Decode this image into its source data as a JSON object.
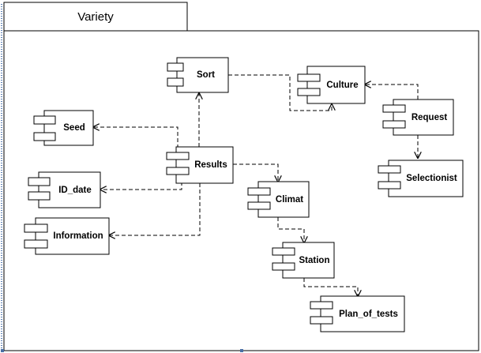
{
  "diagram": {
    "package_name": "Variety",
    "components": {
      "sort": "Sort",
      "culture": "Culture",
      "seed": "Seed",
      "results": "Results",
      "request": "Request",
      "selectionist": "Selectionist",
      "id_date": "ID_date",
      "climat": "Climat",
      "information": "Information",
      "station": "Station",
      "plan_of_tests": "Plan_of_tests"
    }
  }
}
